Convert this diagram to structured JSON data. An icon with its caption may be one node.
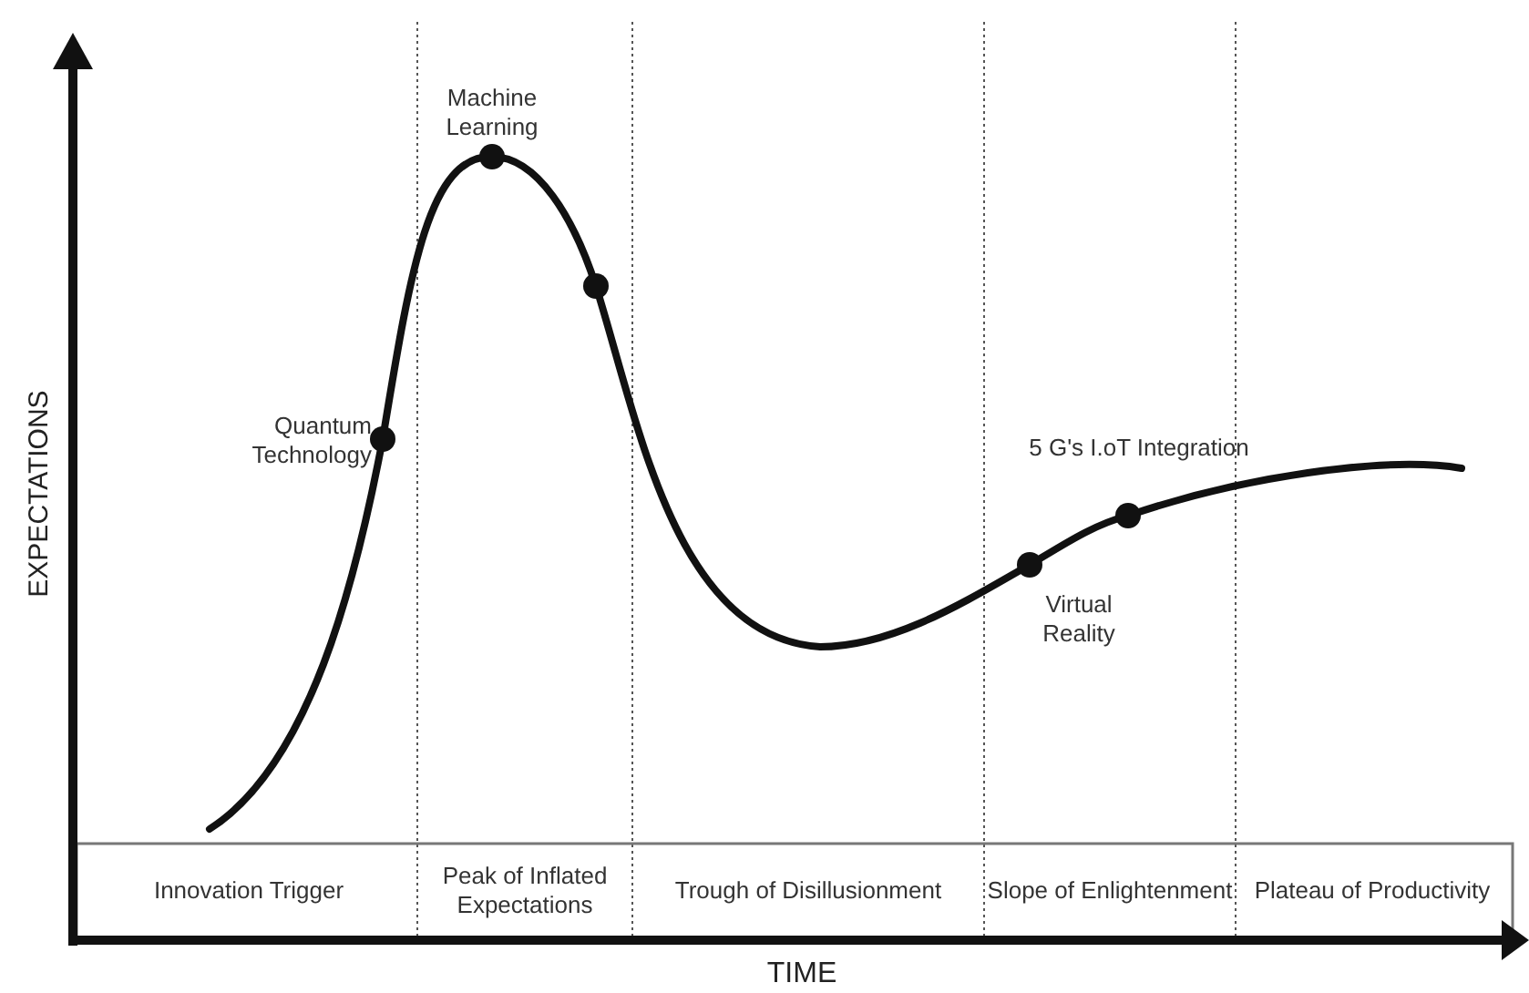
{
  "diagram": {
    "nodes": [
      {
        "text": [],
        "shape": "circle",
        "beside": [
          "Quantum Technology"
        ]
      },
      {
        "text": [],
        "shape": "circle",
        "beside": [
          "Machine Learning"
        ]
      },
      {
        "text": [],
        "shape": "circle"
      },
      {
        "text": [],
        "shape": "circle",
        "beside": [
          "Virtual Reality"
        ]
      },
      {
        "text": [],
        "shape": "circle",
        "beside": [
          "5 G's I.oT Integration"
        ]
      },
      {
        "text": [
          "Innovation Trigger"
        ]
      },
      {
        "text": [
          "Peak of Inflated Expectations"
        ]
      },
      {
        "text": [
          "Trough of Disillusionment"
        ]
      },
      {
        "text": [
          "Slope of Enlightenment"
        ]
      },
      {
        "text": [
          "Plateau of Productivity"
        ]
      }
    ],
    "labels": [
      "EXPECTATIONS",
      "TIME"
    ]
  }
}
